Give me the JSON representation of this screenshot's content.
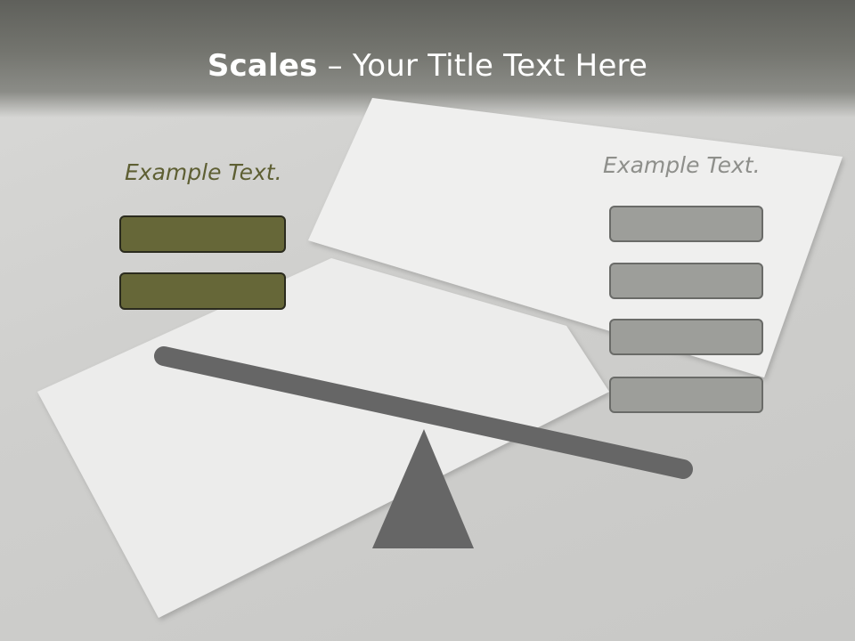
{
  "title": {
    "bold": "Scales",
    "rest": " – Your Title Text Here"
  },
  "left_panel": {
    "label": "Example Text.",
    "box_count": 2
  },
  "right_panel": {
    "label": "Example Text.",
    "box_count": 4
  },
  "colors": {
    "header": "#6b6c67",
    "left_accent": "#666738",
    "left_text": "#5e5f33",
    "right_accent": "#9d9e9a",
    "right_text": "#8e8f8b",
    "scale": "#666666",
    "paper": "#ededec"
  }
}
